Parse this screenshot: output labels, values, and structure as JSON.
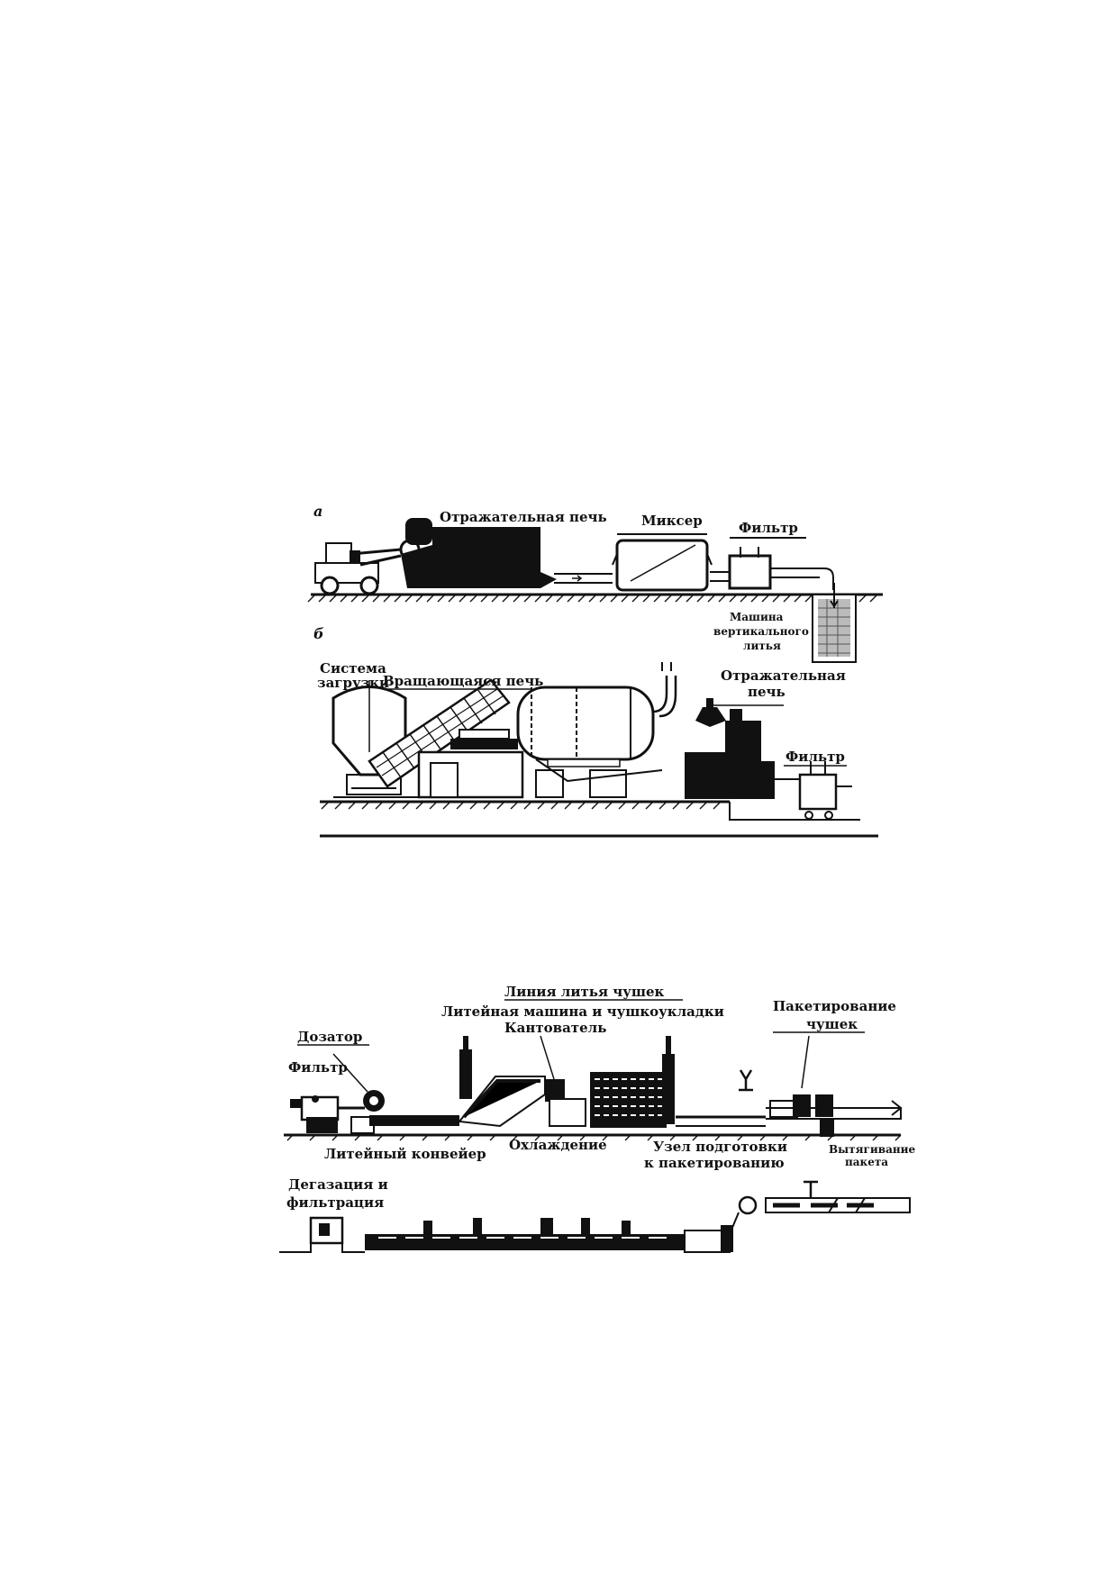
{
  "figure_a": {
    "panel_letter": "а",
    "labels": {
      "reverb_furnace": "Отражательная печь",
      "mixer": "Миксер",
      "filter": "Фильтр",
      "vc_machine_1": "Машина",
      "vc_machine_2": "вертикального",
      "vc_machine_3": "литья"
    }
  },
  "figure_b": {
    "panel_letter": "б",
    "labels": {
      "loading_1": "Система",
      "loading_2": "загрузки",
      "rotary_furnace": "Вращающаяся печь",
      "reverb_1": "Отражательная",
      "reverb_2": "печь",
      "filter": "Фильтр"
    }
  },
  "figure_c": {
    "labels": {
      "line_title": "Линия литья чушек",
      "casting_machine": "Литейная машина и чушкоукладки",
      "tilter": "Кантователь",
      "packaging_1": "Пакетирование",
      "packaging_2": "чушек",
      "doser": "Дозатор",
      "filter": "Фильтр",
      "conveyor": "Литейный конвейер",
      "cooling": "Охлаждение",
      "prep_1": "Узел подготовки",
      "prep_2": "к пакетированию",
      "outlet_1": "Вытягивание",
      "outlet_2": "пакета",
      "degas_1": "Дегазация и",
      "degas_2": "фильтрация"
    }
  }
}
